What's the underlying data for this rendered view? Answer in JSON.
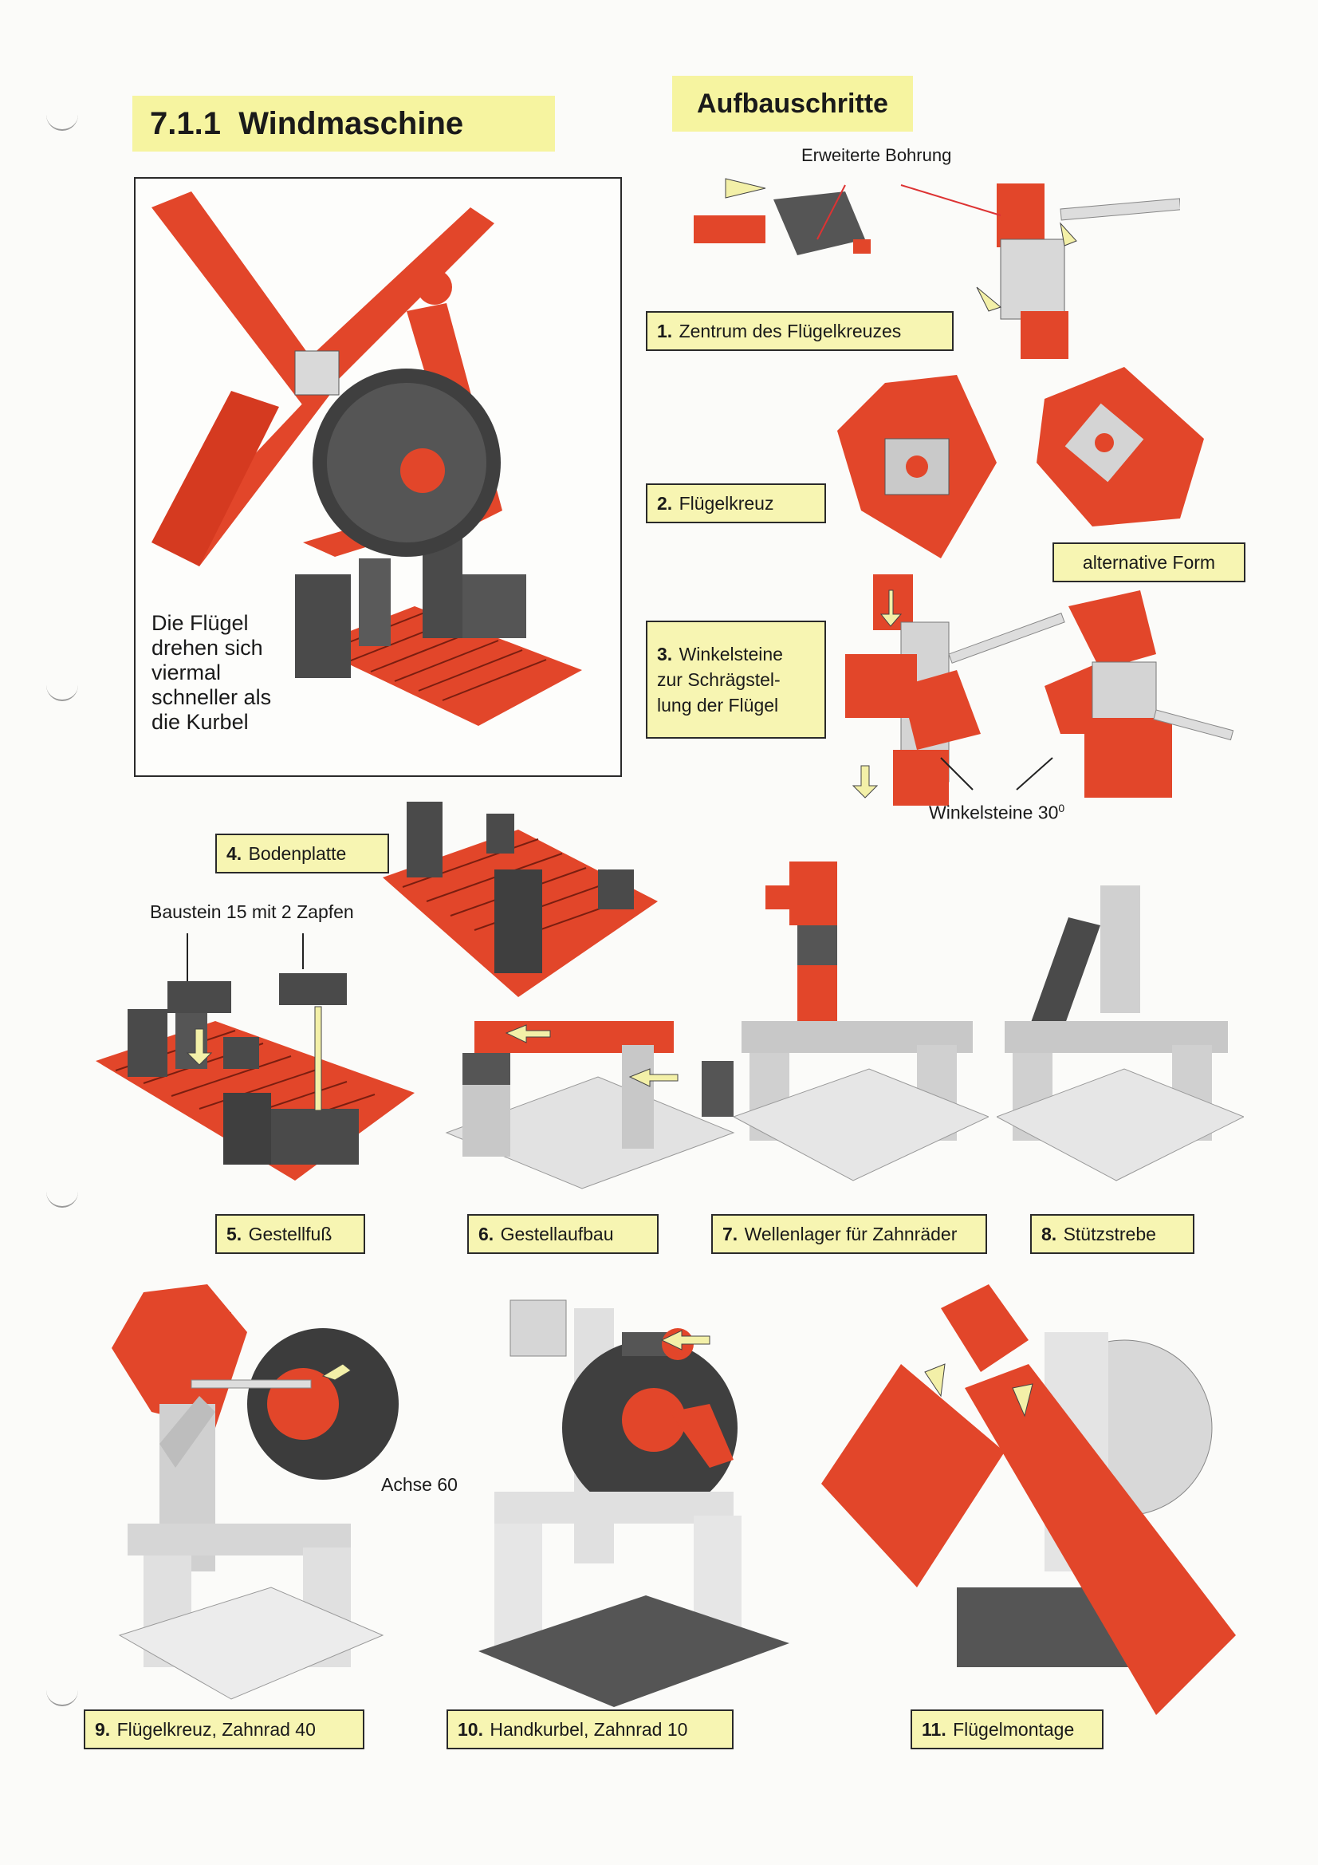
{
  "section": {
    "number": "7.1.1",
    "title": "Windmaschine"
  },
  "steps_heading": "Aufbauschritte",
  "main_note": [
    "Die Flügel",
    "drehen sich",
    "viermal",
    "schneller als",
    "die Kurbel"
  ],
  "annotations": {
    "erweiterte_bohrung": "Erweiterte Bohrung",
    "alternative_form": "alternative Form",
    "winkelsteine": "Winkelsteine 30",
    "winkelsteine_deg": "0",
    "baustein": "Baustein 15 mit 2 Zapfen",
    "achse": "Achse 60"
  },
  "steps": [
    {
      "num": "1.",
      "text": "Zentrum des Flügelkreuzes"
    },
    {
      "num": "2.",
      "text": "Flügelkreuz"
    },
    {
      "num": "3.",
      "lines": [
        "Winkelsteine",
        "zur Schrägstel-",
        "lung der Flügel"
      ]
    },
    {
      "num": "4.",
      "text": "Bodenplatte"
    },
    {
      "num": "5.",
      "text": "Gestellfuß"
    },
    {
      "num": "6.",
      "text": "Gestellaufbau"
    },
    {
      "num": "7.",
      "text": "Wellenlager für Zahnräder"
    },
    {
      "num": "8.",
      "text": "Stützstrebe"
    },
    {
      "num": "9.",
      "text": "Flügelkreuz, Zahnrad 40"
    },
    {
      "num": "10.",
      "text": "Handkurbel, Zahnrad 10"
    },
    {
      "num": "11.",
      "text": "Flügelmontage"
    }
  ],
  "colors": {
    "red": "#e2462a",
    "dark": "#4a4a4a",
    "light": "#d8d8d8",
    "yellow": "#f6f4a0",
    "arrow": "#f3f0a8"
  }
}
